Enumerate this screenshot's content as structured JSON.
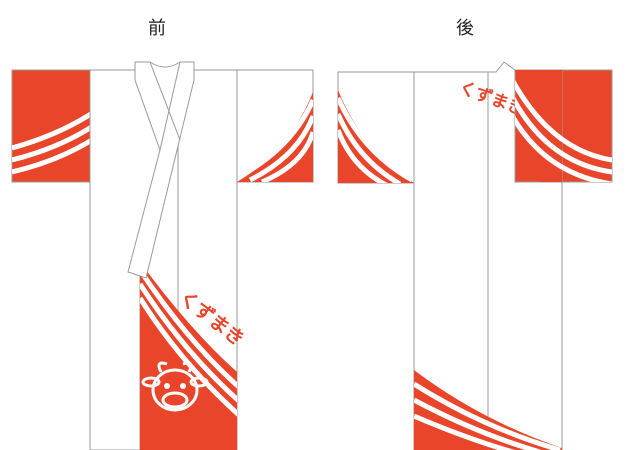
{
  "labels": {
    "front": "前",
    "back": "後"
  },
  "logo_text": "くずまき",
  "colors": {
    "accent": "#e8452b",
    "garment": "#ffffff",
    "outline": "#9a9a9a",
    "stripe": "#ffffff"
  },
  "icons": [
    "cow-face-icon"
  ]
}
